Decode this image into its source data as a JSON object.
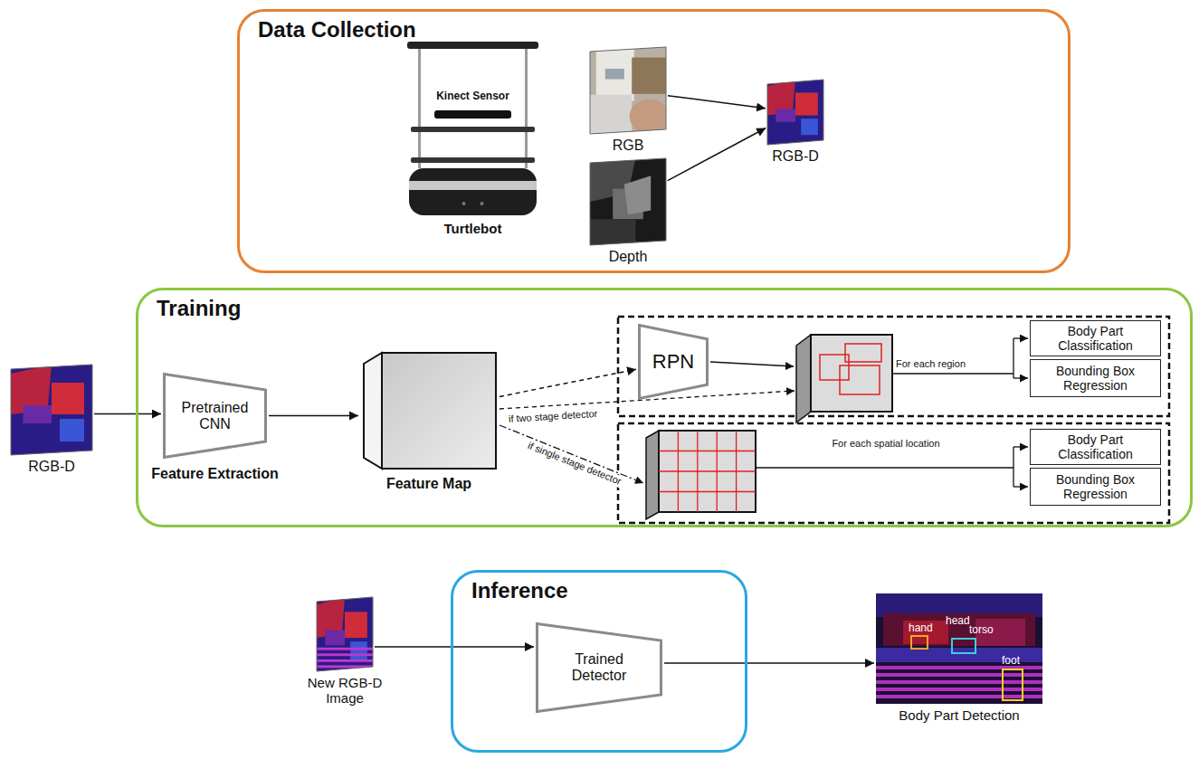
{
  "diagram": {
    "nodes": [
      {
        "text": [
          "Data Collection"
        ]
      },
      {
        "text": [
          "Kinect Sensor",
          "Turtlebot"
        ],
        "in": 0
      },
      {
        "text": [
          "RGB"
        ],
        "in": 0
      },
      {
        "text": [
          "Depth"
        ],
        "in": 0
      },
      {
        "text": [
          "RGB-D"
        ],
        "in": 0
      },
      {
        "text": [
          "RGB-D"
        ]
      },
      {
        "text": [
          "Training"
        ]
      },
      {
        "text": [
          "Pretrained CNN",
          "Feature Extraction"
        ],
        "in": 6
      },
      {
        "text": [
          "Feature Map"
        ],
        "in": 6
      },
      {
        "text": [
          "RPN"
        ],
        "in": 6
      },
      {
        "text": [
          "Body Part Classification"
        ],
        "in": 6
      },
      {
        "text": [
          "Bounding Box Regression"
        ],
        "in": 6
      },
      {
        "text": [
          "Body Part Classification"
        ],
        "in": 6
      },
      {
        "text": [
          "Bounding Box Regression"
        ],
        "in": 6
      },
      {
        "text": [
          "New RGB-D Image"
        ]
      },
      {
        "text": [
          "Inference"
        ]
      },
      {
        "text": [
          "Trained Detector"
        ],
        "in": 15
      },
      {
        "text": [
          "Body Part Detection"
        ]
      }
    ],
    "edges": [
      {
        "from": 2,
        "to": 4,
        "arrow": "to"
      },
      {
        "from": 3,
        "to": 4,
        "arrow": "to"
      },
      {
        "from": 5,
        "to": 7,
        "arrow": "to"
      },
      {
        "from": 7,
        "to": 8,
        "arrow": "to"
      },
      {
        "from": 8,
        "to": 9,
        "arrow": "to"
      },
      {
        "from": 14,
        "to": 16,
        "arrow": "to"
      },
      {
        "from": 16,
        "to": 17,
        "arrow": "to"
      }
    ],
    "labels": [
      "if two stage detector",
      "if single stage detector",
      "For each region",
      "For each spatial location",
      "hand",
      "head",
      "torso",
      "foot"
    ]
  }
}
